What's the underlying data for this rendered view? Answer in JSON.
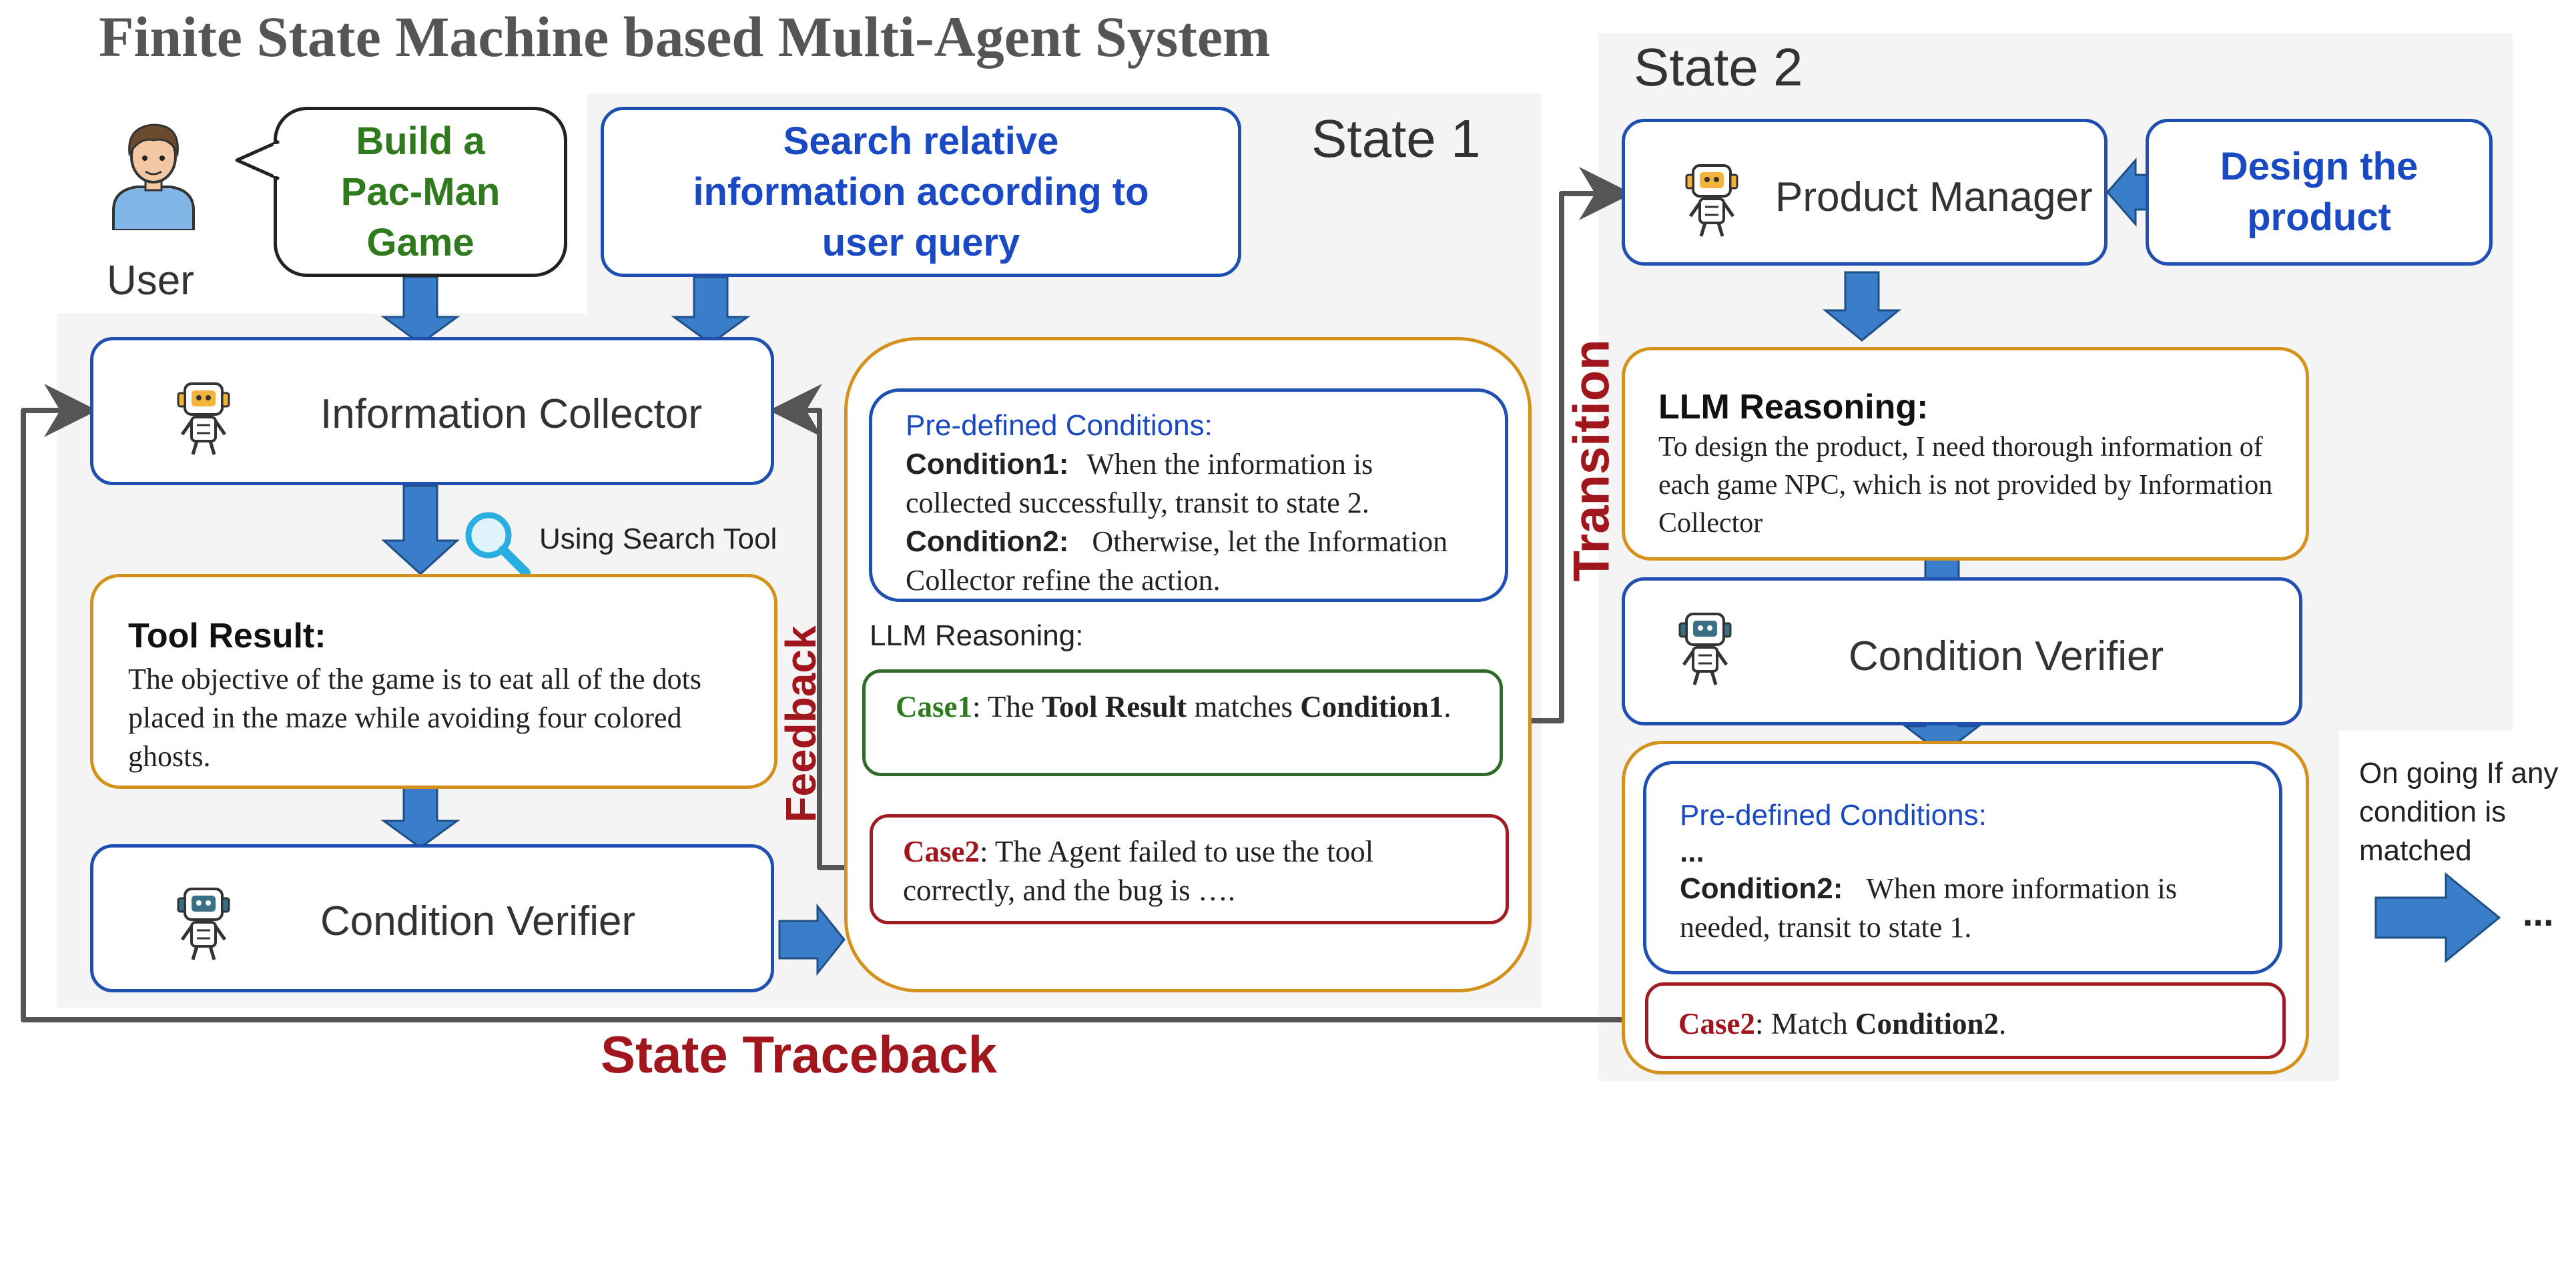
{
  "title": "Finite State Machine based Multi-Agent System",
  "state1_label": "State 1",
  "state2_label": "State 2",
  "user": {
    "label": "User",
    "request": "Build a Pac-Man Game"
  },
  "search_instruction": "Search relative information according to user query",
  "information_collector": "Information Collector",
  "using_search_tool": "Using Search Tool",
  "tool_result": {
    "heading": "Tool Result:",
    "text": "The objective of the game is to eat all of the dots placed in the maze while avoiding four colored ghosts."
  },
  "condition_verifier_1": "Condition Verifier",
  "state1_conditions": {
    "heading": "Pre-defined Conditions:",
    "cond1_label": "Condition1:",
    "cond1_text": "When the information is collected successfully, transit to state 2.",
    "cond2_label": "Condition2:",
    "cond2_text": "Otherwise, let the Information Collector refine the action."
  },
  "llm_reasoning_label": "LLM Reasoning:",
  "case1": {
    "label": "Case1",
    "pre": ": The ",
    "bold1": "Tool Result",
    "mid": " matches ",
    "bold2": "Condition1",
    "post": "."
  },
  "case2": {
    "label": "Case2",
    "text": ": The Agent failed to use the tool correctly, and the bug is …."
  },
  "feedback_label": "Feedback",
  "transition_label": "Transition",
  "state_traceback_label": "State Traceback",
  "product_manager": "Product Manager",
  "design_the_product": "Design the product",
  "state2_reasoning": {
    "heading": "LLM Reasoning:",
    "text": "To design the product, I need thorough information of each game NPC, which is not provided by Information Collector"
  },
  "condition_verifier_2": "Condition Verifier",
  "state2_conditions": {
    "heading": "Pre-defined Conditions:",
    "ellipsis": "...",
    "cond2_label": "Condition2:",
    "cond2_text": "When more information is needed, transit to state 1."
  },
  "state2_case2": {
    "label": "Case2",
    "pre": ": Match ",
    "bold": "Condition2",
    "post": "."
  },
  "ongoing_text": "On going If any condition is matched",
  "continuation": "...",
  "colors": {
    "blue": "#1a49c4",
    "arrow_fill": "#3a7ec9",
    "red": "#a0161c",
    "orange": "#d4921c",
    "green": "#2f7a1c"
  },
  "icons": [
    "user-avatar-icon",
    "robot-icon",
    "magnifier-icon"
  ]
}
